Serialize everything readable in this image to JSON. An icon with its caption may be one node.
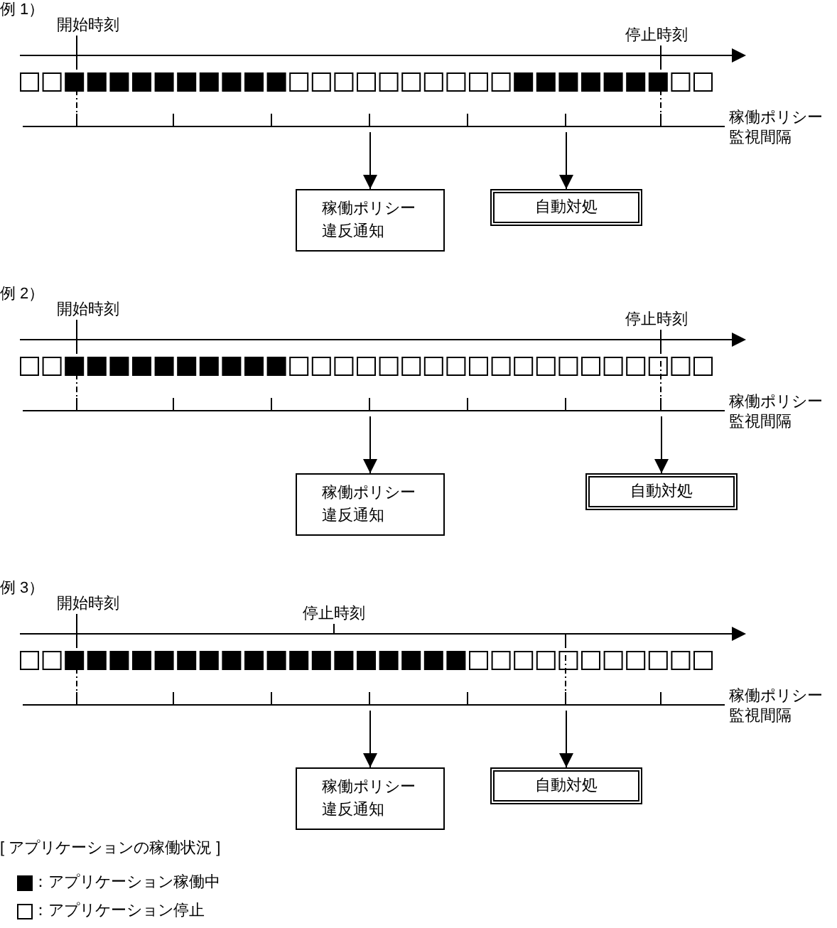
{
  "diagram": {
    "nodes": [
      {
        "text": [
          "稼働ポリシー違反通知"
        ]
      },
      {
        "text": [
          "自動対処"
        ]
      },
      {
        "text": [
          "稼働ポリシー違反通知"
        ]
      },
      {
        "text": [
          "自動対処"
        ]
      },
      {
        "text": [
          "稼働ポリシー違反通知"
        ]
      },
      {
        "text": [
          "自動対処"
        ]
      }
    ],
    "edges": [
      {
        "from": null,
        "to": 0,
        "arrow": "to"
      },
      {
        "from": null,
        "to": 1,
        "arrow": "to"
      },
      {
        "from": null,
        "to": 2,
        "arrow": "to"
      },
      {
        "from": null,
        "to": 3,
        "arrow": "to"
      },
      {
        "from": null,
        "to": 4,
        "arrow": "to"
      },
      {
        "from": null,
        "to": 5,
        "arrow": "to"
      }
    ],
    "labels": [
      "例 1）",
      "開始時刻",
      "停止時刻",
      "稼働ポリシー監視間隔",
      "例 2）",
      "開始時刻",
      "停止時刻",
      "稼働ポリシー監視間隔",
      "例 3）",
      "開始時刻",
      "停止時刻",
      "稼働ポリシー監視間隔",
      "[ アプリケーションの稼働状況 ]"
    ],
    "legend": [
      {
        "text": "：アプリケーション稼働中",
        "color": "#000000"
      },
      {
        "text": "：アプリケーション停止",
        "color": "#ffffff"
      }
    ]
  }
}
